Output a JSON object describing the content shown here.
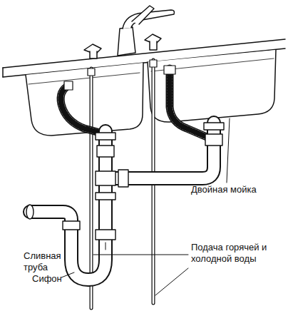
{
  "diagram": {
    "labels": [
      "Двойная мойка",
      "Сливная труба",
      "Сифон",
      "Подача горячей и холодной воды"
    ]
  }
}
